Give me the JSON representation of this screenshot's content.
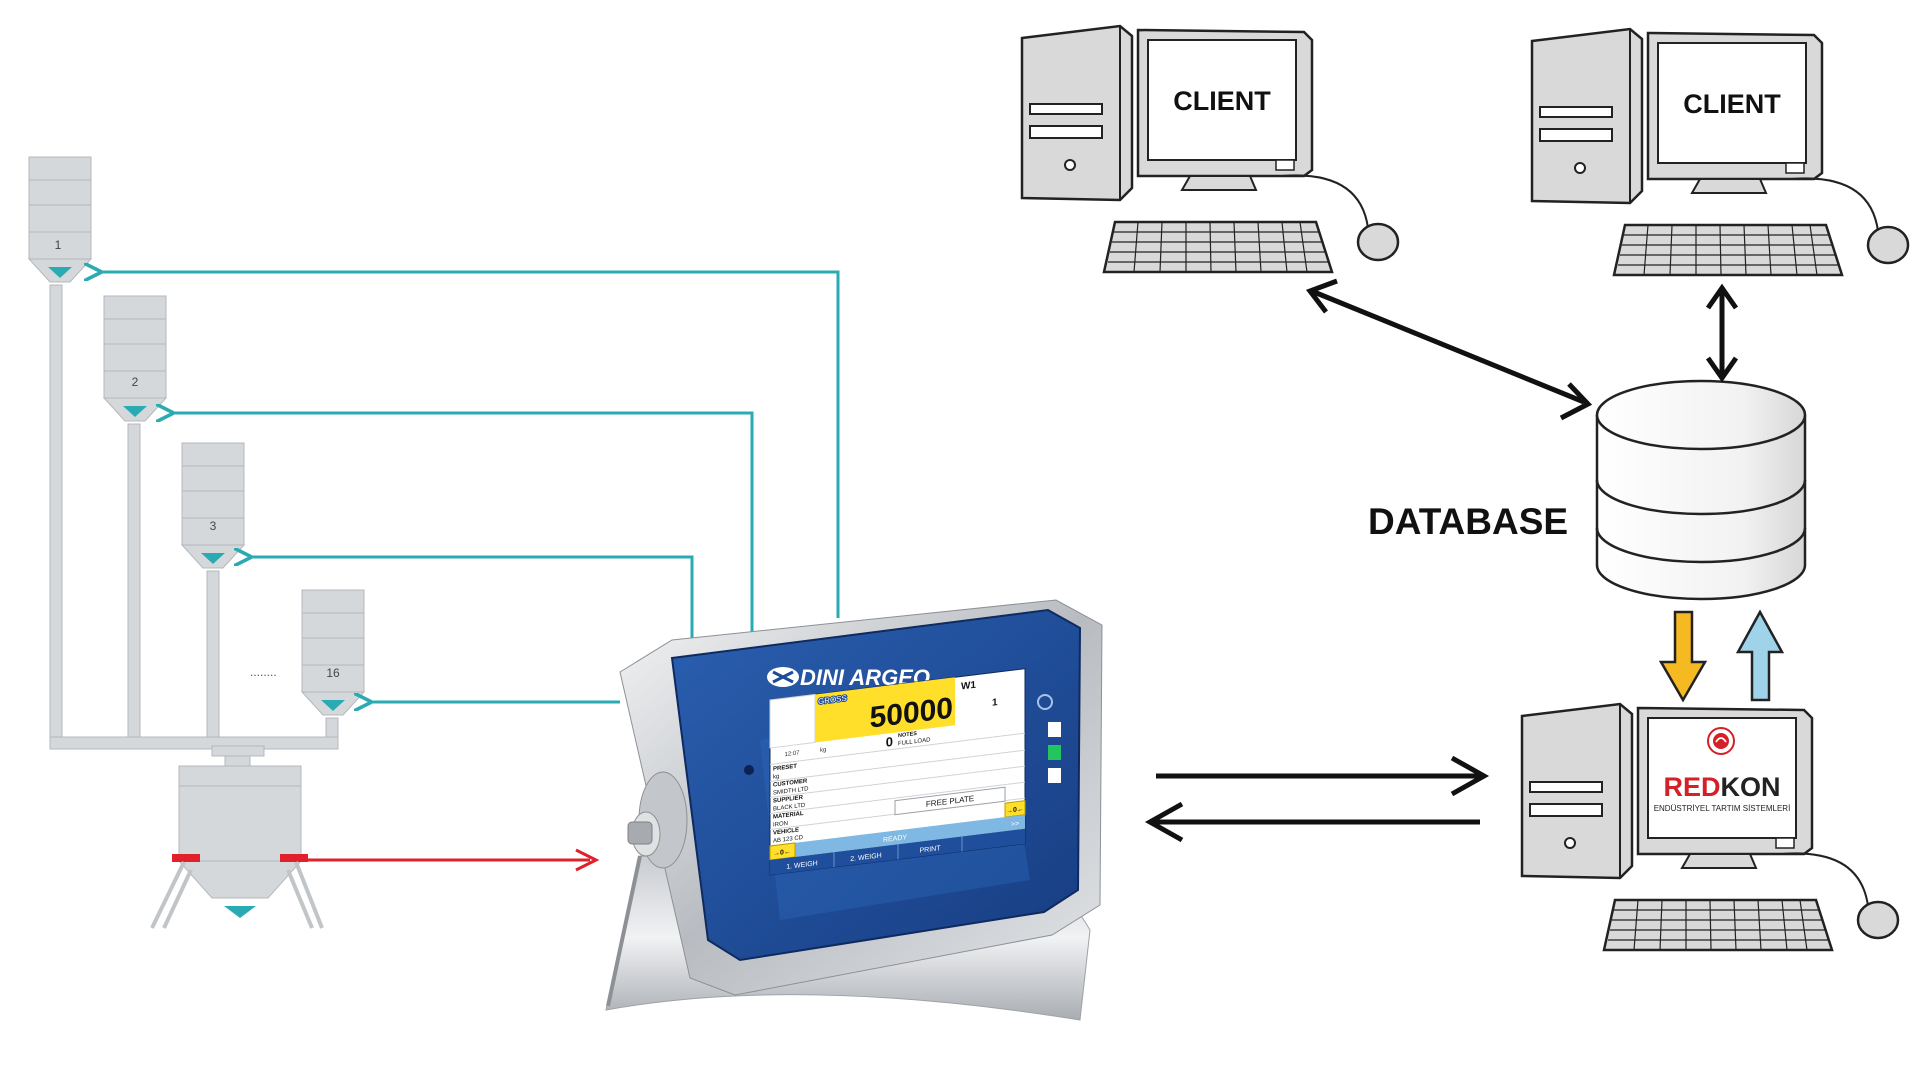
{
  "silos": [
    {
      "label": "1"
    },
    {
      "label": "2"
    },
    {
      "label": "3"
    },
    {
      "label": "16"
    }
  ],
  "silo_ellipsis": "........",
  "indicator": {
    "brand": "DINI ARGEO",
    "mode": "GROSS",
    "weight": "50000",
    "channel": "W1",
    "counter": "1",
    "time": "12:07",
    "unit": "kg",
    "tare": "0",
    "notes_label": "NOTES",
    "notes_value": "FULL LOAD",
    "preset_label": "PRESET",
    "preset_value": "kg",
    "customer_label": "CUSTOMER",
    "customer_value": "SMIDTH LTD",
    "supplier_label": "SUPPLIER",
    "supplier_value": "BLACK LTD",
    "material_label": "MATERIAL",
    "material_value": "IRON",
    "vehicle_label": "VEHICLE",
    "vehicle_value": "AB 123 CD",
    "free_plate": "FREE PLATE",
    "zero_button": "→0←",
    "status": "READY",
    "more": ">>",
    "btn_weigh1": "1. WEIGH",
    "btn_weigh2": "2. WEIGH",
    "btn_print": "PRINT"
  },
  "clients": [
    {
      "label": "CLIENT"
    },
    {
      "label": "CLIENT"
    }
  ],
  "database": {
    "label": "DATABASE"
  },
  "server": {
    "brand_red": "RED",
    "brand_dark": "KON",
    "tagline": "ENDÜSTRİYEL TARTIM SİSTEMLERİ"
  },
  "colors": {
    "teal_line": "#2aabb3",
    "red_line": "#e0202a",
    "yellow_arrow": "#f5b921",
    "blue_arrow": "#9fd3ea",
    "indicator_blue": "#1c4b9a",
    "brand_red": "#d42027"
  }
}
